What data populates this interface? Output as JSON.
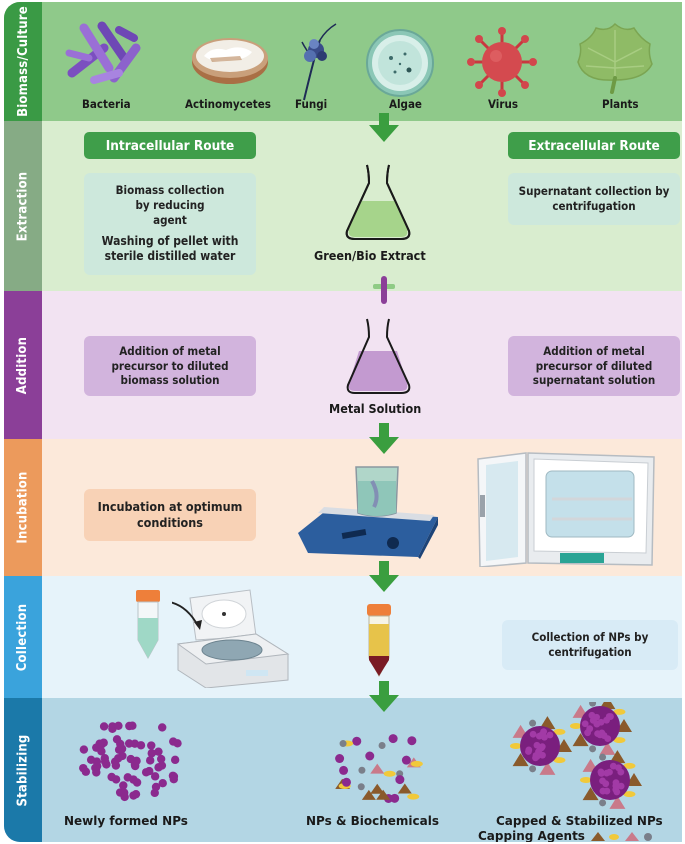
{
  "colors": {
    "biomass_side": "#3a9a45",
    "biomass_bg": "#8fc98a",
    "extraction_side": "#86ab85",
    "extraction_bg": "#d9edcf",
    "addition_side": "#8b3f98",
    "addition_bg": "#f2e3f2",
    "incubation_side": "#ec9a5c",
    "incubation_bg": "#fce9da",
    "collection_side": "#3aa3dc",
    "collection_bg": "#e6f3fa",
    "stabilizing_side": "#1b79a9",
    "stabilizing_bg": "#b3d6e4",
    "arrow_green": "#3a9e3f",
    "route_green": "#3f9e4a"
  },
  "rows": {
    "biomass": {
      "label": "Biomass/Culture",
      "sources": [
        "Bacteria",
        "Actinomycetes",
        "Fungi",
        "Algae",
        "Virus",
        "Plants"
      ]
    },
    "extraction": {
      "label": "Extraction",
      "intracellular_route": "Intracellular Route",
      "extracellular_route": "Extracellular Route",
      "intra_box_line1": "Biomass collection",
      "intra_box_line2": "by reducing",
      "intra_box_line3": "agent",
      "intra_box_line4": "Washing of pellet with",
      "intra_box_line5": "sterile distilled water",
      "extra_box_line1": "Supernatant collection by",
      "extra_box_line2": "centrifugation",
      "center_label": "Green/Bio Extract"
    },
    "addition": {
      "label": "Addition",
      "left_box_line1": "Addition of metal",
      "left_box_line2": "precursor to diluted",
      "left_box_line3": "biomass solution",
      "right_box_line1": "Addition of metal",
      "right_box_line2": "precursor of diluted",
      "right_box_line3": "supernatant solution",
      "center_label": "Metal Solution"
    },
    "incubation": {
      "label": "Incubation",
      "box_line1": "Incubation at optimum",
      "box_line2": "conditions"
    },
    "collection": {
      "label": "Collection",
      "box_line1": "Collection of NPs by",
      "box_line2": "centrifugation"
    },
    "stabilizing": {
      "label": "Stabilizing",
      "left_label": "Newly formed NPs",
      "center_label": "NPs & Biochemicals",
      "right_label": "Capped & Stabilized NPs",
      "legend_label": "Capping Agents"
    }
  }
}
